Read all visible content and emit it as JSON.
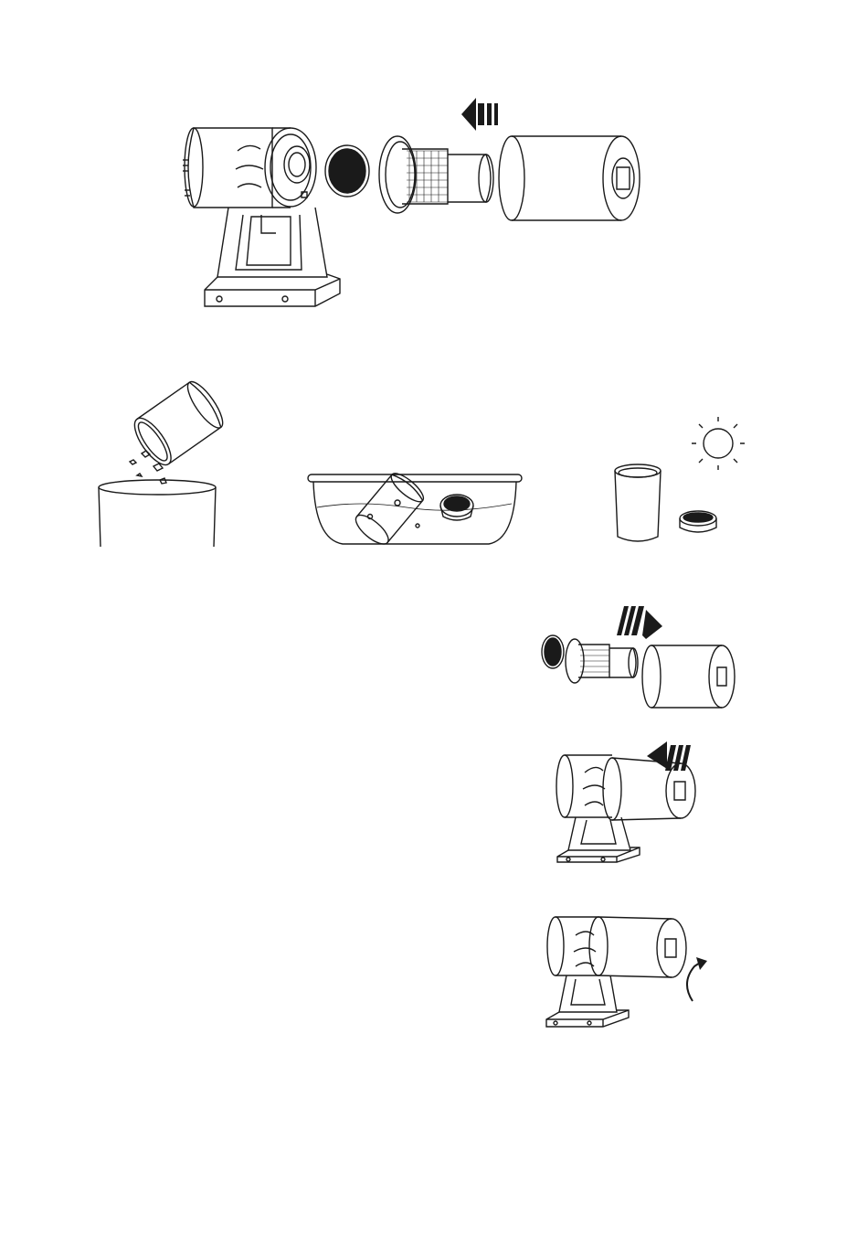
{
  "page": {
    "background": "#ffffff",
    "line_color": "#1a1a1a"
  },
  "figures": [
    {
      "id": "disassembly",
      "icon": "exploded-vacuum-arrow-left"
    },
    {
      "id": "empty-bin",
      "icon": "pour-dust-into-trash"
    },
    {
      "id": "wash",
      "icon": "wash-in-basin"
    },
    {
      "id": "dry",
      "icon": "dry-in-sun"
    },
    {
      "id": "reassemble-parts",
      "icon": "filter-assembly-arrow-right"
    },
    {
      "id": "attach-bin",
      "icon": "vacuum-bin-arrow-left"
    },
    {
      "id": "lock-bin",
      "icon": "vacuum-bin-rotate"
    }
  ]
}
